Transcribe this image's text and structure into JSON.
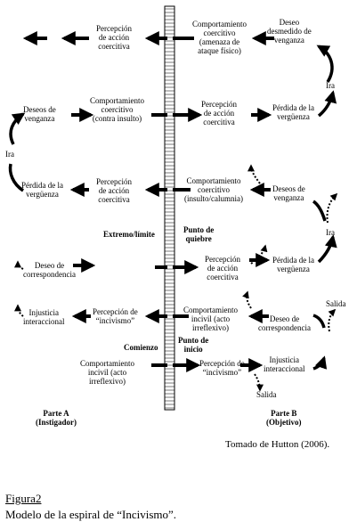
{
  "labels": {
    "a_top_perc": "Percepción\nde acción\ncoercitiva",
    "b_top_coerc": "Comportamiento\ncoercitivo\n(amenaza de\nataque físico)",
    "b_top_deseo": "Deseo\ndesmedido de\nvenganza",
    "a_deseos": "Deseos de\nvenganza",
    "a_coerc_insulto": "Comportamiento\ncoercitivo\n(contra insulto)",
    "b_perc_2": "Percepción\nde acción\ncoercitiva",
    "b_perdida_1": "Pérdida de la\nvergüenza",
    "b_ira_1": "Ira",
    "a_ira": "Ira",
    "a_perdida": "Pérdida de la\nvergüenza",
    "a_perc_3": "Percepción\nde acción\ncoercitiva",
    "b_coerc_calumnia": "Comportamiento\ncoercitivo\n(insulto/calumnia)",
    "b_deseos_2": "Deseos de\nvenganza",
    "b_ira_2": "Ira",
    "extremo": "Extremo/límite",
    "quiebre": "Punto de\nquiebre",
    "b_perc_4": "Percepción\nde acción\ncoercitiva",
    "b_perdida_2": "Pérdida de la\nvergüenza",
    "a_deseo_corr": "Deseo de\ncorrespondencia",
    "b_salida_1": "Salida",
    "a_injusticia": "Injusticia\ninteraccional",
    "a_perc_incivismo": "Percepción de\n“incivismo”",
    "b_comp_incivil": "Comportamiento\nincivil (acto\nirreflexivo)",
    "b_deseo_corr": "Deseo de\ncorrespondencia",
    "comienzo": "Comienzo",
    "inicio": "Punto de\ninicio",
    "a_comp_incivil": "Comportamiento\nincivil (acto\nirreflexivo)",
    "b_perc_incivismo": "Percepción de\n“incivismo”",
    "b_injusticia": "Injusticia\ninteraccional",
    "b_salida_2": "Salida",
    "parte_a": "Parte A\n(Instigador)",
    "parte_b": "Parte B\n(Objetivo)"
  },
  "source": "Tomado de Hutton (2006).",
  "figure_number": "Figura2",
  "figure_caption": "Modelo de la espiral de “Incivismo”."
}
